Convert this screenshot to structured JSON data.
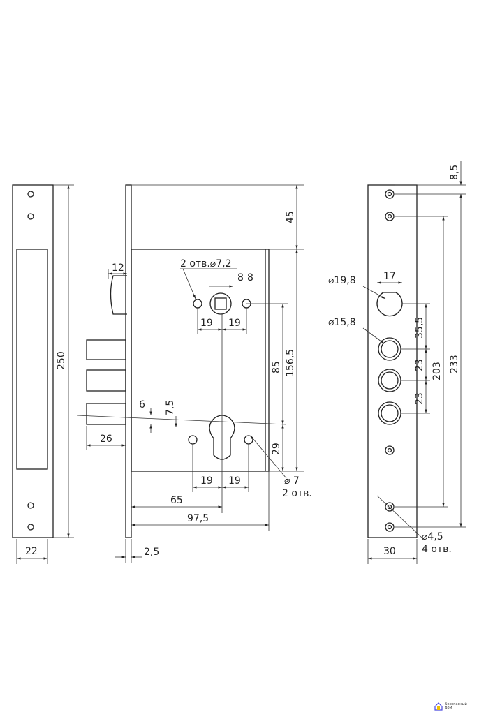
{
  "dimensions": {
    "strike_height": "250",
    "strike_width": "22",
    "latch_width": "12",
    "bolt_length": "26",
    "offset_6": "6",
    "offset_7_5": "7,5",
    "top_45": "45",
    "body_height": "156,5",
    "center_85": "85",
    "bottom_29": "29",
    "spacing_19_a": "19",
    "spacing_19_b": "19",
    "spacing_19_c": "19",
    "spacing_19_d": "19",
    "backset_65": "65",
    "body_width": "97,5",
    "faceplate_thickness": "2,5",
    "holes_7_2": "2 отв.⌀7,2",
    "square_8": "8",
    "holes_7": "⌀ 7",
    "holes_7_count": "2 отв.",
    "dia_19_8": "⌀19,8",
    "width_17": "17",
    "dia_15_8": "⌀15,8",
    "dim_35_5": "35,5",
    "dim_23_a": "23",
    "dim_23_b": "23",
    "dim_203": "203",
    "dim_233": "233",
    "dim_8_5": "8,5",
    "dia_4_5": "⌀4,5",
    "holes_4_count": "4 отв.",
    "faceplate_width": "30"
  },
  "logo": {
    "text": "Безопасный дом",
    "color": "#4a4adf",
    "accent": "#f0c000"
  }
}
